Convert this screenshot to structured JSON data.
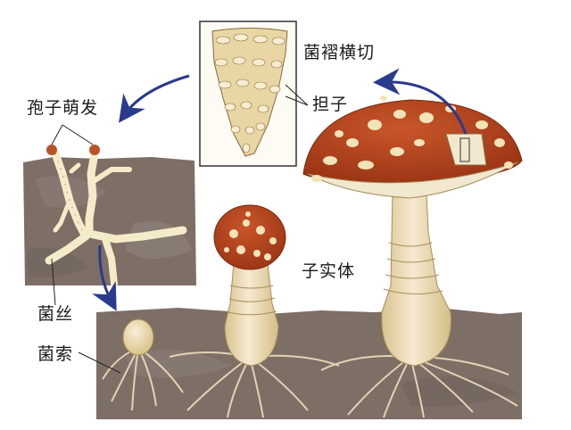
{
  "diagram": {
    "type": "mushroom-life-cycle",
    "labels": {
      "gill_section": "菌褶横切",
      "basidia": "担子",
      "spore_germination": "孢子萌发",
      "fruiting_body": "子实体",
      "hyphae": "菌丝",
      "rhizomorph": "菌索"
    },
    "colors": {
      "cap": "#b8431c",
      "cap_spots": "#f3e4b8",
      "stalk": "#eedfb4",
      "soil": "#7d6e66",
      "hyphae": "#f4ecc9",
      "arrow": "#2a3a8c",
      "spore": "#b8542a"
    },
    "stages": [
      {
        "name": "spore_germination",
        "order": 1
      },
      {
        "name": "hyphae",
        "order": 2
      },
      {
        "name": "rhizomorph_button",
        "order": 3
      },
      {
        "name": "young_fruiting_body",
        "order": 4
      },
      {
        "name": "mature_fruiting_body",
        "order": 5
      },
      {
        "name": "gill_section_basidia",
        "order": 6
      }
    ]
  }
}
